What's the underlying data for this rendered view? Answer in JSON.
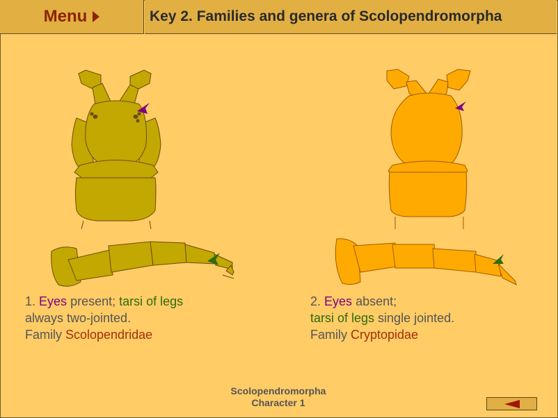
{
  "header": {
    "menu_label": "Menu",
    "title": "Key 2. Families and genera of Scolopendromorpha"
  },
  "options": [
    {
      "number": "1.",
      "eyes": "Eyes",
      "eyes_state": " present; ",
      "tarsi": "tarsi of legs",
      "line2": "always two-jointed.",
      "family_prefix": "Family ",
      "family_name": "Scolopendridae"
    },
    {
      "number": "2.",
      "eyes": "Eyes",
      "eyes_state": " absent;",
      "tarsi": "tarsi of legs",
      "tarsi_suffix": " single jointed.",
      "family_prefix": "Family ",
      "family_name": "Cryptopidae"
    }
  ],
  "footer": {
    "line1": "Scolopendromorpha",
    "line2": "Character 1"
  },
  "colors": {
    "background": "#FFCC66",
    "header": "#E2AF43",
    "specimen_1": "#C2A800",
    "specimen_2": "#FFAA00",
    "eye_marker": "#800080",
    "tarsus_marker": "#2f6b11"
  },
  "icons": {
    "menu": "triangle-right-icon",
    "back": "arrow-left-icon"
  }
}
